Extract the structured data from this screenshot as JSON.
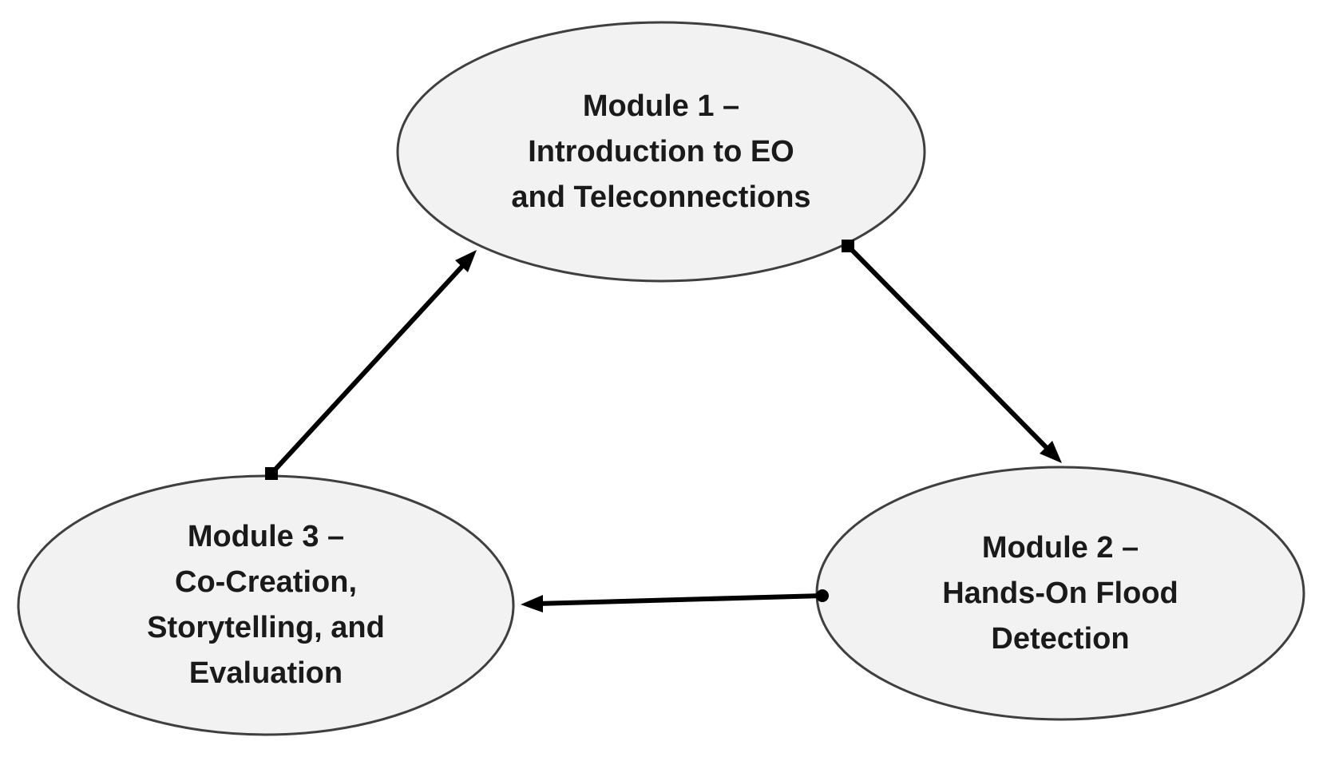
{
  "diagram": {
    "type": "cycle-flowchart",
    "colors": {
      "background": "#ffffff",
      "node_fill": "#f2f2f2",
      "node_stroke": "#3f3f3f",
      "arrow": "#000000",
      "text": "#1a1a1a"
    },
    "nodes": {
      "module1": {
        "id": "module1",
        "lines": [
          "Module 1 –",
          "Introduction to EO",
          "and Teleconnections"
        ],
        "full_label": "Module 1 – Introduction to EO and Teleconnections"
      },
      "module2": {
        "id": "module2",
        "lines": [
          "Module 2 –",
          "Hands-On Flood",
          "Detection"
        ],
        "full_label": "Module 2 – Hands-On Flood Detection"
      },
      "module3": {
        "id": "module3",
        "lines": [
          "Module 3 –",
          "Co-Creation,",
          "Storytelling, and",
          "Evaluation"
        ],
        "full_label": "Module 3 – Co-Creation, Storytelling, and Evaluation"
      }
    },
    "edges": [
      {
        "from": "module1",
        "to": "module2"
      },
      {
        "from": "module2",
        "to": "module3"
      },
      {
        "from": "module3",
        "to": "module1"
      }
    ]
  }
}
